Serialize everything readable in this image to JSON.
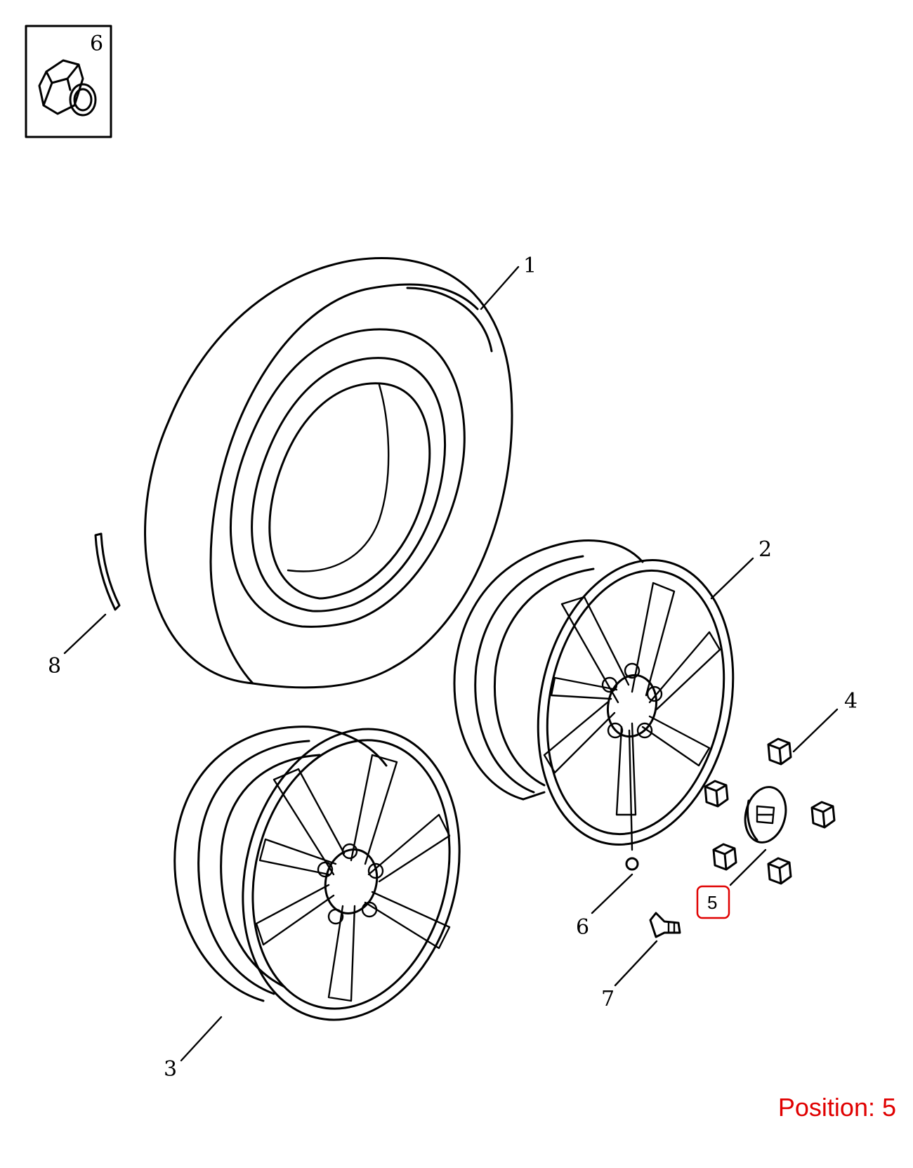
{
  "callouts": {
    "c1": "1",
    "c2": "2",
    "c3": "3",
    "c4": "4",
    "c5": "5",
    "c6": "6",
    "c7": "7",
    "c8": "8",
    "inset": "6"
  },
  "highlight": {
    "position_text": "Position: 5",
    "color": "#e00000"
  },
  "parts": [
    {
      "id": "1",
      "icon": "tire-icon"
    },
    {
      "id": "2",
      "icon": "alloy-wheel-rim-icon"
    },
    {
      "id": "3",
      "icon": "alloy-wheel-rim-icon"
    },
    {
      "id": "4",
      "icon": "lug-nut-cap-icon"
    },
    {
      "id": "5",
      "icon": "center-hub-cap-icon"
    },
    {
      "id": "6",
      "icon": "lug-nut-icon"
    },
    {
      "id": "7",
      "icon": "valve-stem-icon"
    },
    {
      "id": "8",
      "icon": "balance-weight-icon"
    }
  ]
}
